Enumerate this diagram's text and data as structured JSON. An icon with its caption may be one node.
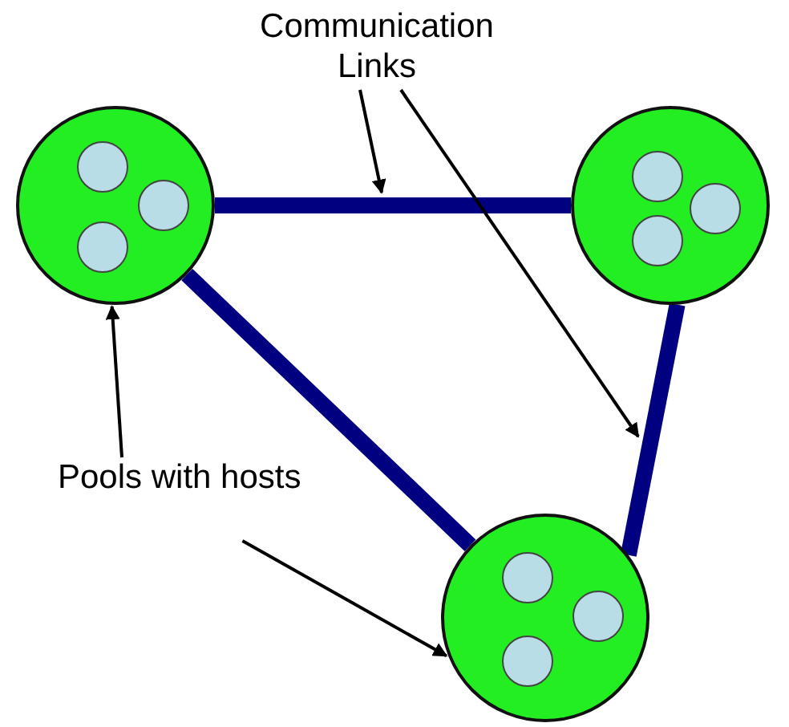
{
  "diagram": {
    "nodes": [
      {
        "text": [
          "Communication Links"
        ]
      },
      {
        "text": [],
        "shape": "circle"
      },
      {
        "text": [],
        "shape": "circle",
        "in": 1
      },
      {
        "text": [],
        "shape": "circle",
        "in": 1
      },
      {
        "text": [],
        "shape": "circle",
        "in": 1
      },
      {
        "text": [],
        "shape": "circle"
      },
      {
        "text": [],
        "shape": "circle",
        "in": 5
      },
      {
        "text": [],
        "shape": "circle",
        "in": 5
      },
      {
        "text": [],
        "shape": "circle",
        "in": 5
      },
      {
        "text": [
          "Pools with hosts"
        ]
      },
      {
        "text": [],
        "shape": "circle"
      },
      {
        "text": [],
        "shape": "circle",
        "in": 10
      },
      {
        "text": [],
        "shape": "circle",
        "in": 10
      },
      {
        "text": [],
        "shape": "circle",
        "in": 10
      }
    ],
    "edges": [
      {
        "from": 1,
        "to": 5,
        "arrow": "none",
        "style": "thick",
        "color": "#000080"
      },
      {
        "from": 1,
        "to": 10,
        "arrow": "none",
        "style": "thick",
        "color": "#000080"
      },
      {
        "from": 5,
        "to": 10,
        "arrow": "none",
        "style": "thick",
        "color": "#000080"
      },
      {
        "from": 0,
        "to": null,
        "arrow": "to"
      },
      {
        "from": 0,
        "to": null,
        "arrow": "to"
      },
      {
        "from": 9,
        "to": 1,
        "arrow": "to"
      },
      {
        "from": 9,
        "to": 10,
        "arrow": "to"
      }
    ]
  }
}
